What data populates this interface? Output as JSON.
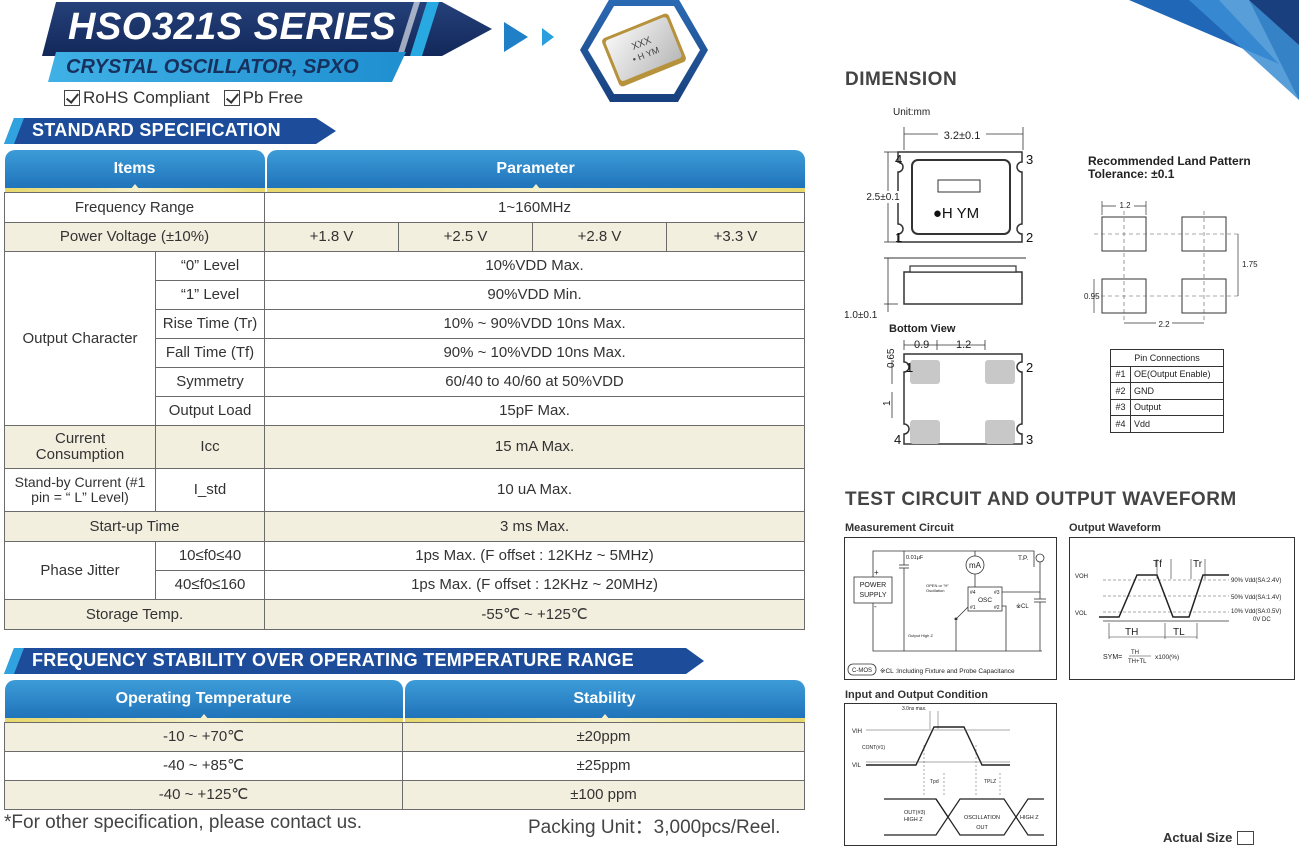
{
  "header": {
    "series_title": "HSO321S SERIES",
    "subtitle": "CRYSTAL OSCILLATOR, SPXO",
    "compliance": [
      "RoHS Compliant",
      "Pb Free"
    ],
    "chip_marking": [
      "XXX",
      "• H YM"
    ]
  },
  "standard_spec": {
    "section_title": "STANDARD SPECIFICATION",
    "head_items": "Items",
    "head_parameter": "Parameter",
    "frequency_range": {
      "label": "Frequency Range",
      "value": "1~160MHz"
    },
    "power_voltage": {
      "label": "Power Voltage (±10%)",
      "values": [
        "+1.8 V",
        "+2.5 V",
        "+2.8 V",
        "+3.3 V"
      ]
    },
    "output_character": {
      "label": "Output Character",
      "rows": [
        {
          "label": "“0” Level",
          "value": "10%VDD Max."
        },
        {
          "label": "“1” Level",
          "value": "90%VDD Min."
        },
        {
          "label": "Rise Time (Tr)",
          "value": "10% ~ 90%VDD 10ns Max."
        },
        {
          "label": "Fall Time (Tf)",
          "value": "90% ~ 10%VDD 10ns Max."
        },
        {
          "label": "Symmetry",
          "value": "60/40 to 40/60 at 50%VDD"
        },
        {
          "label": "Output Load",
          "value": "15pF Max."
        }
      ]
    },
    "current_consumption": {
      "label": "Current Consumption",
      "sub": "Icc",
      "value": "15 mA Max."
    },
    "standby_current": {
      "label": "Stand-by Current (#1 pin = “ L” Level)",
      "sub": "I_std",
      "value": "10 uA Max."
    },
    "startup_time": {
      "label": "Start-up Time",
      "value": "3 ms Max."
    },
    "phase_jitter": {
      "label": "Phase Jitter",
      "rows": [
        {
          "label": "10≤f0≤40",
          "value": "1ps Max. (F offset : 12KHz ~ 5MHz)"
        },
        {
          "label": "40≤f0≤160",
          "value": "1ps Max. (F offset : 12KHz ~ 20MHz)"
        }
      ]
    },
    "storage_temp": {
      "label": "Storage Temp.",
      "value": "-55℃ ~ +125℃"
    }
  },
  "freq_stability": {
    "section_title": "FREQUENCY STABILITY OVER OPERATING TEMPERATURE RANGE",
    "head_temp": "Operating Temperature",
    "head_stability": "Stability",
    "rows": [
      {
        "temp": "-10 ~ +70℃",
        "stability": "±20ppm"
      },
      {
        "temp": "-40 ~ +85℃",
        "stability": "±25ppm"
      },
      {
        "temp": "-40 ~ +125℃",
        "stability": "±100 ppm"
      }
    ]
  },
  "footer": {
    "note": "*For other specification, please contact us.",
    "packing": "Packing Unit：3,000pcs/Reel.",
    "actual_size": "Actual Size"
  },
  "dimension": {
    "title": "DIMENSION",
    "unit": "Unit:mm",
    "width_dim": "3.2±0.1",
    "height_dim": "2.5±0.1",
    "thickness_dim": "1.0±0.1",
    "marking": "●H YM",
    "pin_numbers": [
      "1",
      "2",
      "3",
      "4"
    ],
    "bottom_view": "Bottom View",
    "bottom_dims": [
      "0.9",
      "1.2",
      "0.65",
      "1"
    ],
    "land_pattern_title": "Recommended Land Pattern",
    "tolerance": "Tolerance: ±0.1",
    "land_dims": [
      "1.2",
      "1.75",
      "0.95",
      "2.2"
    ],
    "pin_table": {
      "title": "Pin Connections",
      "rows": [
        {
          "pin": "#1",
          "name": "OE(Output Enable)"
        },
        {
          "pin": "#2",
          "name": "GND"
        },
        {
          "pin": "#3",
          "name": "Output"
        },
        {
          "pin": "#4",
          "name": "Vdd"
        }
      ]
    }
  },
  "test_circuit": {
    "title": "TEST CIRCUIT AND OUTPUT WAVEFORM",
    "measurement_label": "Measurement Circuit",
    "waveform_label": "Output Waveform",
    "io_label": "Input and Output Condition",
    "meas": {
      "cap": "0.01μF",
      "tp": "T.P.",
      "ma": "mA",
      "power": "POWER",
      "supply": "SUPPLY",
      "plus": "+",
      "minus": "-",
      "open": "OPEN or \"H\"",
      "oscillation": "Oscillation",
      "osc": "OSC",
      "p4": "#4",
      "p3": "#3",
      "p1": "#1",
      "p2": "#2",
      "output_high": "Output High Z",
      "cl": "※CL",
      "cmos": "C-MOS",
      "note": "※CL :Including Fixture and Probe Capacitance"
    },
    "wave": {
      "voh": "VOH",
      "vol": "VOL",
      "tf": "Tf",
      "tr": "Tr",
      "th": "TH",
      "tl": "TL",
      "l90": "90% Vdd(SA:2.4V)",
      "l50": "50% Vdd(SA:1.4V)",
      "l10": "10% Vdd(SA:0.5V)",
      "l0": "0V DC",
      "sym": "SYM=",
      "sym_num": "TH",
      "sym_den": "TH+TL",
      "sym_tail": "x100(%)"
    },
    "io": {
      "t1": "3.0ns max.",
      "vih": "VIH",
      "vil": "VIL",
      "cont": "CONT(#1)",
      "tpd": "Tpd",
      "tplz": "TPLZ",
      "out": "OUT(#3)",
      "highz1": "HIGH Z",
      "osc1": "OSCILLATION",
      "osc2": "OUT",
      "highz2": "HIGH Z"
    }
  },
  "colors": {
    "navy": "#17305e",
    "blue": "#1d6fb6",
    "tan": "#f3efdf",
    "cyan": "#29a9e1"
  }
}
